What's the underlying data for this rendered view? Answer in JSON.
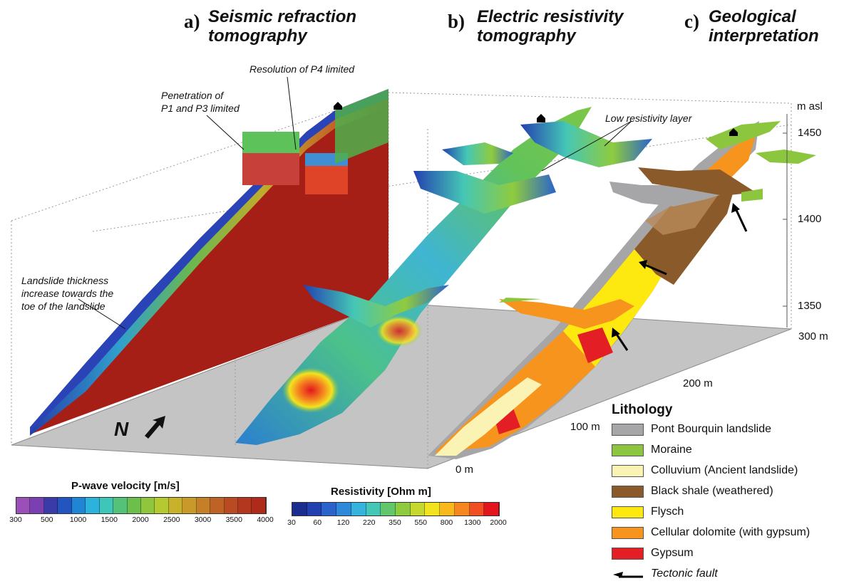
{
  "panels": [
    {
      "letter": "a)",
      "title_line1": "Seismic refraction",
      "title_line2": "tomography"
    },
    {
      "letter": "b)",
      "title_line1": "Electric resistivity",
      "title_line2": "tomography"
    },
    {
      "letter": "c)",
      "title_line1": "Geological",
      "title_line2": "interpretation"
    }
  ],
  "annotations": {
    "resolution": "Resolution of P4 limited",
    "penetration_line1": "Penetration of",
    "penetration_line2": "P1 and P3 limited",
    "landslide_line1": "Landslide thickness",
    "landslide_line2": "increase towards the",
    "landslide_line3": "toe of the landslide",
    "low_resistivity": "Low resistivity layer",
    "north": "N"
  },
  "elevation_axis": {
    "unit": "m asl",
    "ticks": [
      "1450",
      "1400",
      "1350"
    ]
  },
  "distance_axis": {
    "ticks": [
      "300 m",
      "200 m",
      "100 m",
      "0 m"
    ]
  },
  "legend": {
    "title": "Lithology",
    "items": [
      {
        "label": "Pont Bourquin landslide",
        "color": "#a6a6a8"
      },
      {
        "label": "Moraine",
        "color": "#8cc63f"
      },
      {
        "label": "Colluvium (Ancient landslide)",
        "color": "#fbf3b4"
      },
      {
        "label": "Black shale (weathered)",
        "color": "#8b5a2b"
      },
      {
        "label": "Flysch",
        "color": "#fde910"
      },
      {
        "label": "Cellular dolomite (with gypsum)",
        "color": "#f7941d"
      },
      {
        "label": "Gypsum",
        "color": "#e31e24"
      }
    ],
    "fault_label": "Tectonic fault"
  },
  "colorbars": {
    "velocity": {
      "title": "P-wave velocity [m/s]",
      "ticks": [
        "300",
        "500",
        "1000",
        "1500",
        "2000",
        "2500",
        "3000",
        "3500",
        "4000"
      ],
      "colors": [
        "#9b4fb8",
        "#7a3fb0",
        "#3a3aa8",
        "#2255c0",
        "#1f86d6",
        "#2bb3dd",
        "#3ec6b8",
        "#55c27a",
        "#6cbf4a",
        "#8fc63d",
        "#b5c930",
        "#c8b22a",
        "#c99a2a",
        "#c47f28",
        "#bf6226",
        "#b94a22",
        "#b3361f",
        "#b02a1c"
      ]
    },
    "resistivity": {
      "title": "Resistivity [Ohm m]",
      "ticks": [
        "30",
        "60",
        "120",
        "220",
        "350",
        "550",
        "800",
        "1300",
        "2000"
      ],
      "colors": [
        "#1b2d8f",
        "#2340b0",
        "#2a63cc",
        "#2e8ad8",
        "#36b4dd",
        "#45c7b5",
        "#62c66a",
        "#8fcb3e",
        "#c6d82f",
        "#f2e31f",
        "#f9b81b",
        "#f58620",
        "#ef4f22",
        "#e3161d"
      ]
    }
  },
  "colors": {
    "ground": "#c4c4c4",
    "velocity_deep": "#a61f16",
    "resistivity_mid": "#46b07a"
  }
}
